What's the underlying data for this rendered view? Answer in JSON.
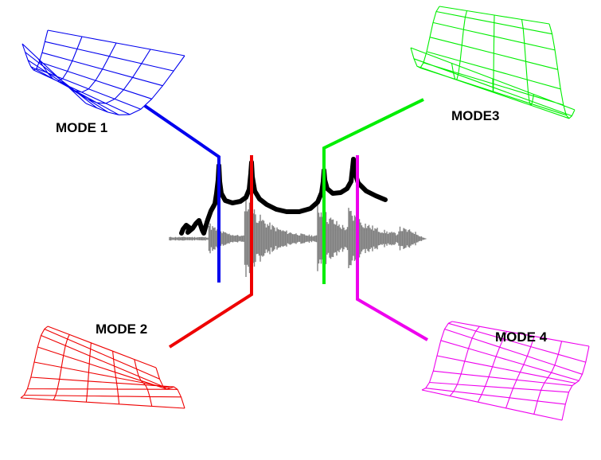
{
  "colors": {
    "mode1": "#0000ee",
    "mode2": "#ee0000",
    "mode3": "#00ee00",
    "mode4": "#ee00ee",
    "frf": "#000000",
    "signal": "#808080",
    "background": "#ffffff"
  },
  "modes": [
    {
      "label": "MODE 1",
      "color": "#0000ee"
    },
    {
      "label": "MODE 2",
      "color": "#ee0000"
    },
    {
      "label": "MODE3",
      "color": "#00ee00"
    },
    {
      "label": "MODE 4",
      "color": "#ee00ee"
    }
  ]
}
